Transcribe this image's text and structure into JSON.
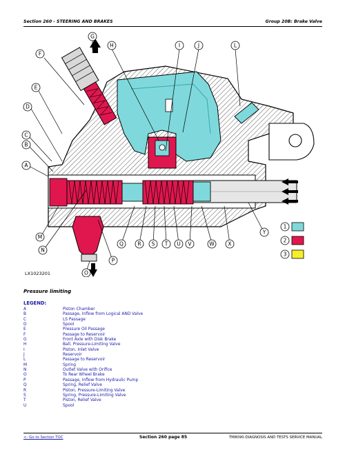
{
  "header": {
    "section": "Section 260 - STEERING AND BRAKES",
    "group": "Group 20B: Brake Valve"
  },
  "figure": {
    "figure_id": "LX1023201",
    "callouts": [
      "A",
      "B",
      "C",
      "D",
      "E",
      "F",
      "G",
      "H",
      "I",
      "J",
      "L",
      "M",
      "N",
      "O",
      "P",
      "Q",
      "R",
      "S",
      "T",
      "U",
      "V",
      "W",
      "X",
      "Y"
    ],
    "color_keys": [
      {
        "number": "1",
        "color": "#7fd9dc"
      },
      {
        "number": "2",
        "color": "#e0174f"
      },
      {
        "number": "3",
        "color": "#f5ef2a"
      }
    ],
    "colors": {
      "cyan": "#7fd9dc",
      "red": "#e0174f",
      "yellow": "#f5ef2a",
      "pink": "#f08fa6"
    }
  },
  "caption": "Pressure limiting",
  "legend": {
    "title": "LEGEND:",
    "items": [
      {
        "key": "A",
        "text": "Piston Chamber"
      },
      {
        "key": "B",
        "text": "Passage, Inflow from Logical AND Valve"
      },
      {
        "key": "C",
        "text": "LS Passage"
      },
      {
        "key": "D",
        "text": "Spool"
      },
      {
        "key": "E",
        "text": "Pressure Oil Passage"
      },
      {
        "key": "F",
        "text": "Passage to Reservoir"
      },
      {
        "key": "G",
        "text": "Front Axle with Disk Brake"
      },
      {
        "key": "H",
        "text": "Ball, Pressure-Limiting Valve"
      },
      {
        "key": "I",
        "text": "Piston, Inlet Valve"
      },
      {
        "key": "J",
        "text": "Reservoir"
      },
      {
        "key": "L",
        "text": "Passage to Reservoir"
      },
      {
        "key": "M",
        "text": "Spring"
      },
      {
        "key": "N",
        "text": "Outlet Valve with Orifice"
      },
      {
        "key": "O",
        "text": "To Rear Wheel Brake"
      },
      {
        "key": "P",
        "text": "Passage, Inflow from Hydraulic Pump"
      },
      {
        "key": "Q",
        "text": "Spring, Relief Valve"
      },
      {
        "key": "R",
        "text": "Piston, Pressure-Limiting Valve"
      },
      {
        "key": "S",
        "text": "Spring, Pressure-Limiting Valve"
      },
      {
        "key": "T",
        "text": "Piston, Relief Valve"
      },
      {
        "key": "U",
        "text": "Spool"
      }
    ]
  },
  "footer": {
    "link": "<- Go to Section TOC",
    "page": "Section 260 page 85",
    "manual": "TM8090-DIAGNOSIS AND TESTS SERVICE MANUAL"
  }
}
